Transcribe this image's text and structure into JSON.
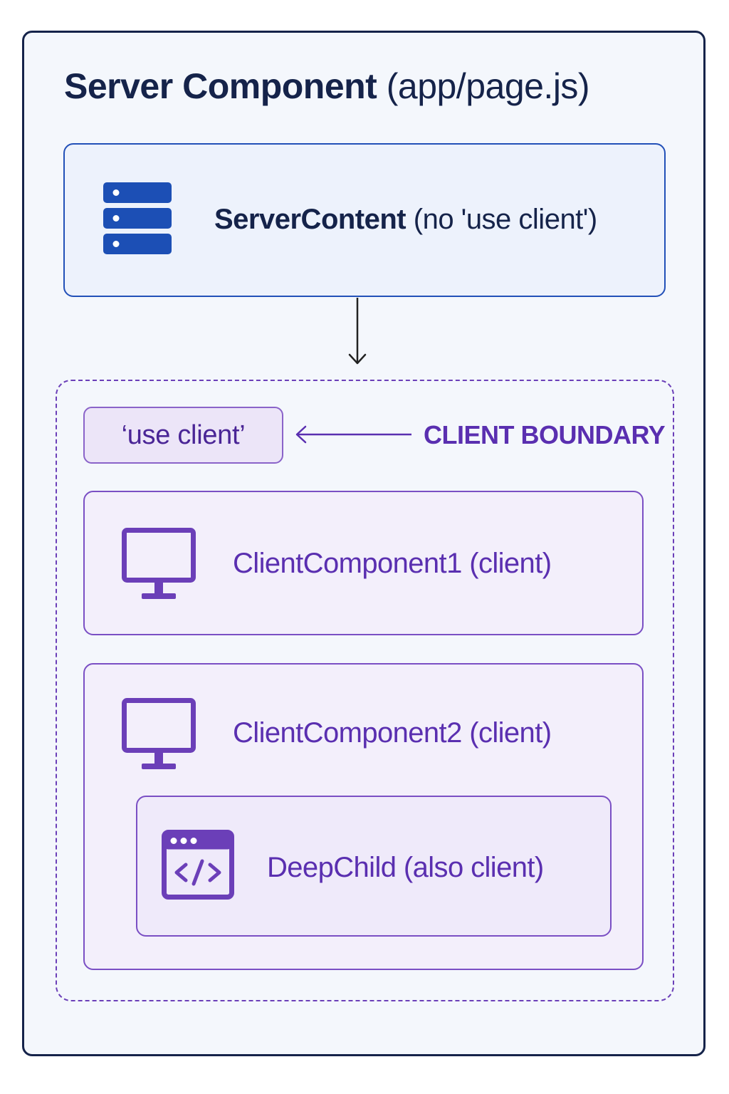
{
  "title": {
    "main": "Server Component",
    "sub": "(app/page.js)"
  },
  "server": {
    "name": "ServerContent",
    "note": "(no 'use client')"
  },
  "boundary": {
    "directive": "‘use client’",
    "label": "CLIENT BOUNDARY"
  },
  "clients": [
    {
      "name": "ClientComponent1 (client)",
      "icon": "monitor-icon"
    },
    {
      "name": "ClientComponent2 (client)",
      "icon": "monitor-icon"
    }
  ],
  "deep_child": {
    "name": "DeepChild (also client)",
    "icon": "code-window-icon"
  },
  "colors": {
    "outer_border": "#15234a",
    "server_accent": "#1c4fb5",
    "client_accent": "#6b3fb8"
  }
}
